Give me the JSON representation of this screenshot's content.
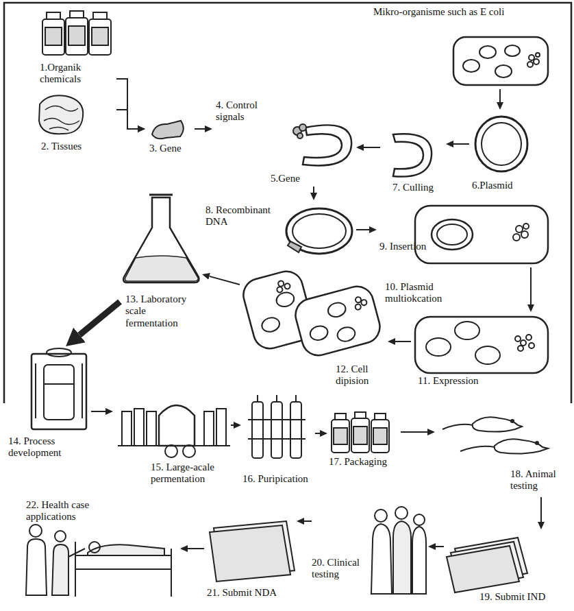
{
  "diagram": {
    "nodes": [
      {
        "text": [
          "1.Organik chemicals"
        ]
      },
      {
        "text": [
          "2. Tissues"
        ]
      },
      {
        "text": [
          "3. Gene"
        ]
      },
      {
        "text": [
          "4. Control signals",
          "5.Gene"
        ]
      },
      {
        "text": [
          "7. Culling"
        ]
      },
      {
        "text": [
          "6.Plasmid"
        ]
      },
      {
        "text": [
          "Mikro-organisme such as E coli"
        ]
      },
      {
        "text": [
          "8. Recombinant DNA"
        ]
      },
      {
        "text": [
          "9. Insertion"
        ]
      },
      {
        "text": [
          "11. Expression"
        ]
      },
      {
        "text": [
          "12. Cell dipision"
        ]
      },
      {
        "text": [
          "13. Laboratory scale fermentation"
        ]
      },
      {
        "text": [
          "14. Process development"
        ]
      },
      {
        "text": [
          "15. Large-acale permentation"
        ]
      },
      {
        "text": [
          "16. Puripication"
        ]
      },
      {
        "text": [
          "17. Packaging"
        ]
      },
      {
        "text": [
          "18. Animal testing"
        ]
      },
      {
        "text": [
          "19. Submit IND"
        ]
      },
      {
        "text": [
          "20. Clinical testing"
        ]
      },
      {
        "text": [
          "21. Submit NDA"
        ]
      },
      {
        "text": [
          "22. Health case applications"
        ]
      }
    ],
    "edges": [
      {
        "from": 0,
        "to": 2,
        "arrow": "to"
      },
      {
        "from": 1,
        "to": 2,
        "arrow": "to"
      },
      {
        "from": 2,
        "to": 3,
        "arrow": "to"
      },
      {
        "from": 5,
        "to": 4,
        "arrow": "to"
      },
      {
        "from": 4,
        "to": 3,
        "arrow": "to"
      },
      {
        "from": 6,
        "to": 5,
        "arrow": "to"
      },
      {
        "from": 3,
        "to": 7,
        "arrow": "to"
      },
      {
        "from": 7,
        "to": 8,
        "arrow": "to"
      },
      {
        "from": 8,
        "to": 9,
        "label": "10. Plasmid multiokcation",
        "arrow": "to"
      },
      {
        "from": 9,
        "to": 10,
        "arrow": "to"
      },
      {
        "from": 10,
        "to": 11,
        "arrow": "to"
      },
      {
        "from": 11,
        "to": 12,
        "arrow": "to"
      },
      {
        "from": 12,
        "to": 13,
        "arrow": "to"
      },
      {
        "from": 13,
        "to": 14,
        "arrow": "to"
      },
      {
        "from": 14,
        "to": 15,
        "arrow": "to"
      },
      {
        "from": 15,
        "to": 16,
        "arrow": "to"
      },
      {
        "from": 16,
        "to": 17,
        "arrow": "to"
      },
      {
        "from": 17,
        "to": 18,
        "arrow": "to"
      },
      {
        "from": 18,
        "to": 19,
        "arrow": "to"
      },
      {
        "from": 19,
        "to": 20,
        "arrow": "to"
      }
    ]
  }
}
